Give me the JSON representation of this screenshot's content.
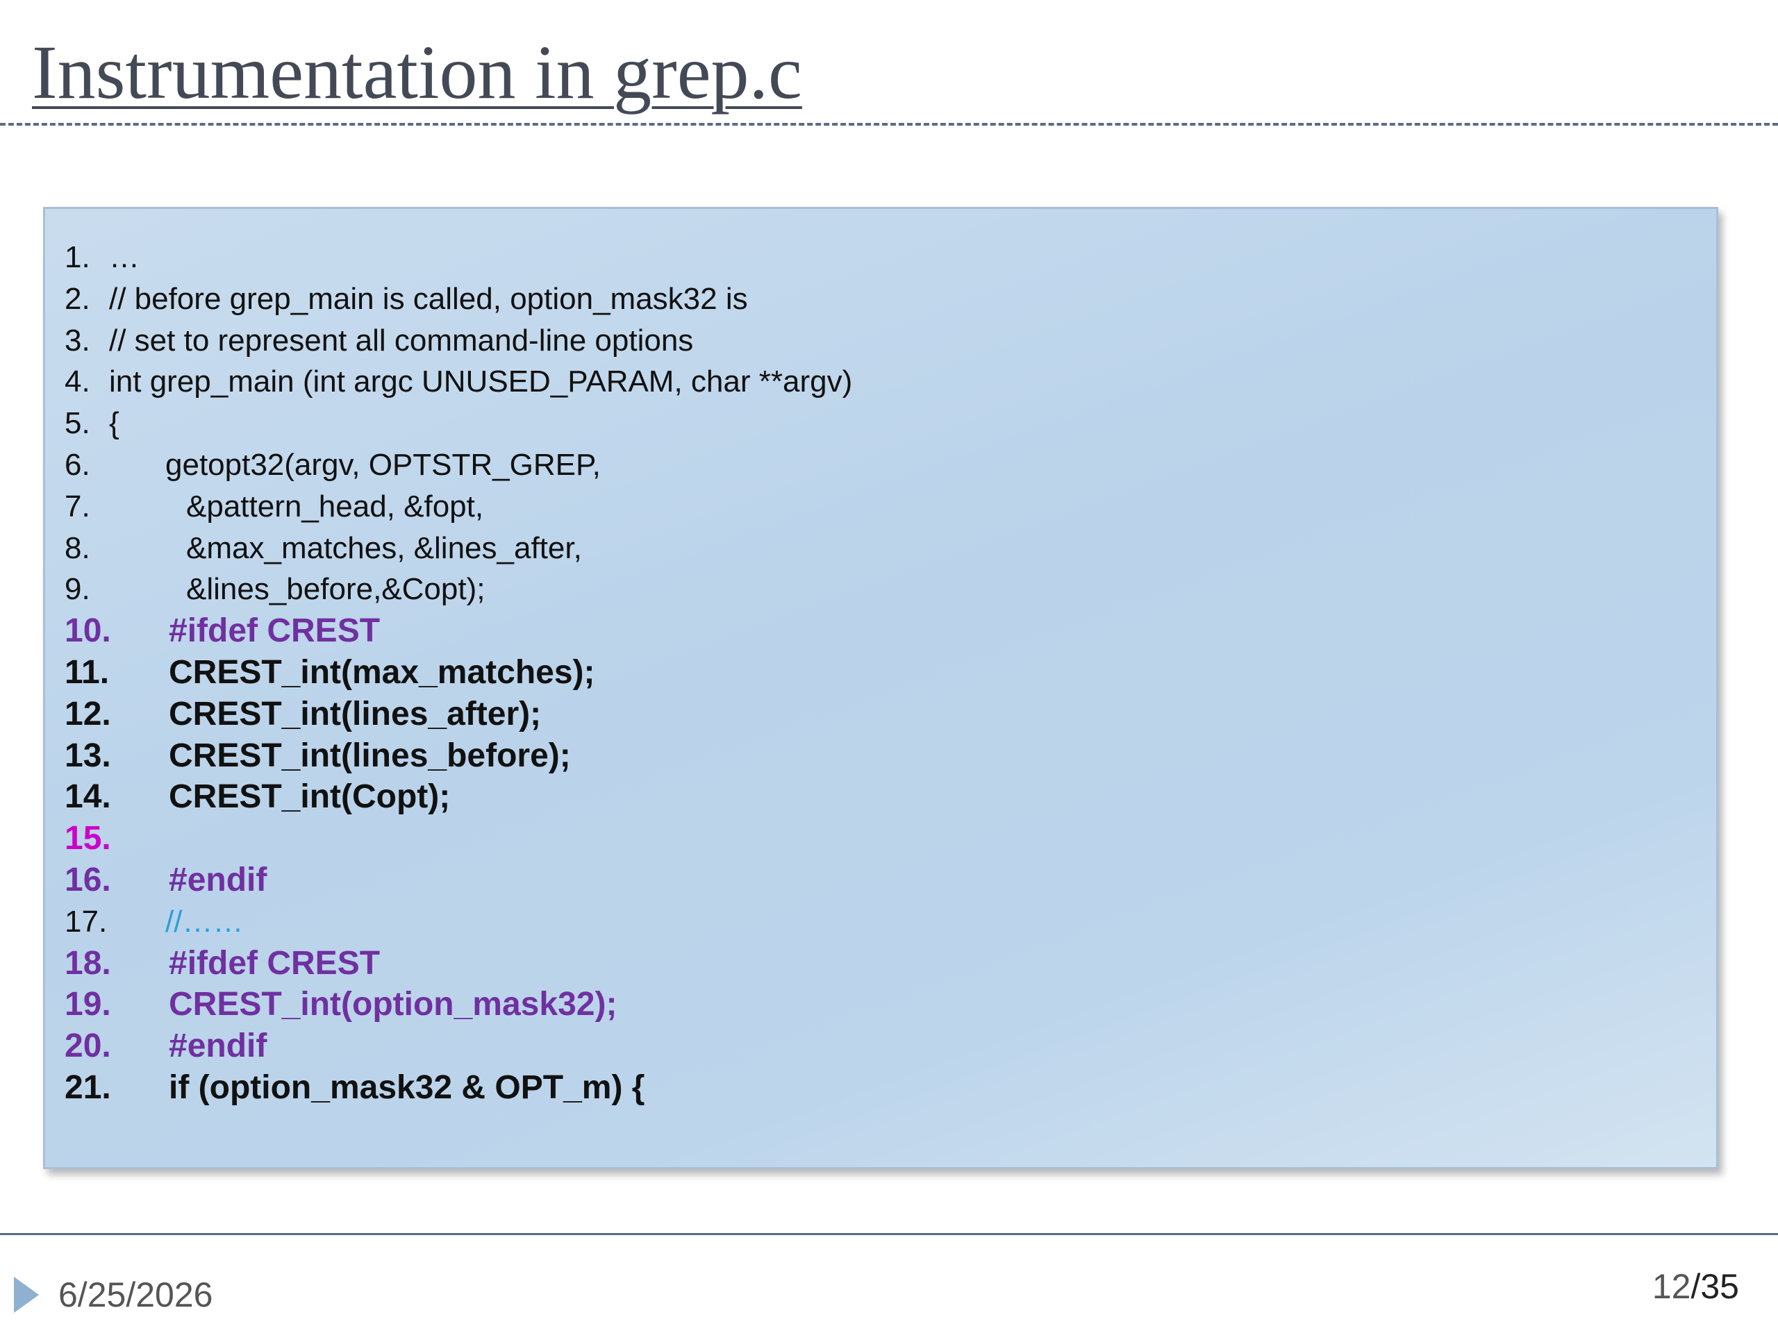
{
  "slide": {
    "title": "Instrumentation in grep.c"
  },
  "code_lines": [
    {
      "num": "1.",
      "text": "…",
      "indent": 0,
      "style": "normal"
    },
    {
      "num": "2.",
      "text": "// before grep_main is called, option_mask32 is",
      "indent": 0,
      "style": "normal"
    },
    {
      "num": "3.",
      "text": "// set to represent all command-line options",
      "indent": 0,
      "style": "normal"
    },
    {
      "num": "4.",
      "text": "int grep_main (int argc UNUSED_PARAM, char **argv)",
      "indent": 0,
      "style": "normal"
    },
    {
      "num": "5.",
      "text": "{",
      "indent": 0,
      "style": "normal"
    },
    {
      "num": "6.",
      "text": "getopt32(argv, OPTSTR_GREP,",
      "indent": 1,
      "style": "normal"
    },
    {
      "num": "7.",
      "text": "&pattern_head, &fopt,",
      "indent": 2,
      "style": "normal"
    },
    {
      "num": "8.",
      "text": "&max_matches, &lines_after,",
      "indent": 2,
      "style": "normal"
    },
    {
      "num": "9.",
      "text": "&lines_before,&Copt);",
      "indent": 2,
      "style": "normal"
    },
    {
      "num": "10.",
      "text": "#ifdef CREST",
      "indent": 1,
      "style": "purple"
    },
    {
      "num": "11.",
      "text": "CREST_int(max_matches);",
      "indent": 1,
      "style": "bold"
    },
    {
      "num": "12.",
      "text": "CREST_int(lines_after);",
      "indent": 1,
      "style": "bold"
    },
    {
      "num": "13.",
      "text": "CREST_int(lines_before);",
      "indent": 1,
      "style": "bold"
    },
    {
      "num": "14.",
      "text": "CREST_int(Copt);",
      "indent": 1,
      "style": "bold"
    },
    {
      "num": "15.",
      "text": "",
      "indent": 1,
      "style": "magenta"
    },
    {
      "num": "16.",
      "text": "#endif",
      "indent": 1,
      "style": "purple"
    },
    {
      "num": "17.",
      "text": "//……",
      "indent": 1,
      "style": "cyan"
    },
    {
      "num": "18.",
      "text": "#ifdef CREST",
      "indent": 1,
      "style": "purple"
    },
    {
      "num": "19.",
      "text": "CREST_int(option_mask32);",
      "indent": 1,
      "style": "purple"
    },
    {
      "num": "20.",
      "text": "#endif",
      "indent": 1,
      "style": "purple"
    },
    {
      "num": "21.",
      "text": "if (option_mask32 & OPT_m) {",
      "indent": 1,
      "style": "bold"
    }
  ],
  "footer": {
    "date": "6/25/2026",
    "page_number": "12",
    "page_total": "/35"
  },
  "colors": {
    "title": "#444a55",
    "code_purple": "#7030a0",
    "code_magenta": "#cc00cc",
    "code_cyan": "#2aa0d8",
    "box_background": "#bdd5eb"
  }
}
